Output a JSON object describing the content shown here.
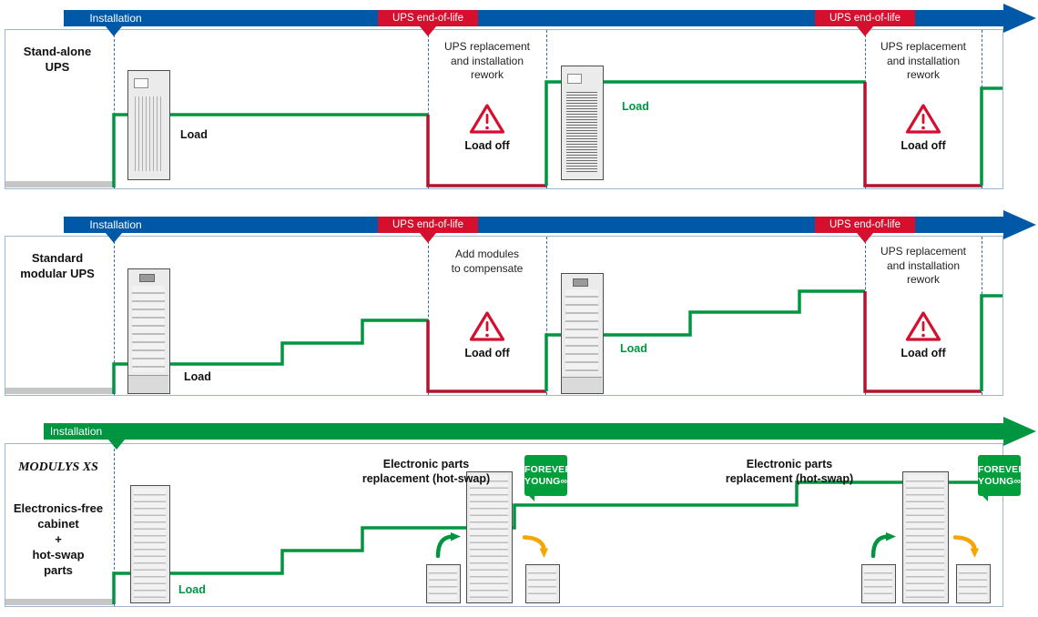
{
  "colors": {
    "timeline_blue": "#0058A7",
    "timeline_green": "#009540",
    "alert_red": "#D50F2E",
    "load_line_green": "#009540",
    "load_off_line_red": "#B0142F",
    "hotswap_yellow": "#F7A600"
  },
  "p1": {
    "title_l1": "Stand-alone",
    "title_l2": "UPS",
    "installation": "Installation",
    "eol1": "UPS end-of-life",
    "eol2": "UPS end-of-life",
    "zone1_heading": "UPS replacement and installation rework",
    "zone1_load_off": "Load off",
    "zone2_heading": "UPS replacement and installation rework",
    "zone2_load_off": "Load off",
    "load1": "Load",
    "load2": "Load"
  },
  "p2": {
    "title_l1": "Standard",
    "title_l2": "modular UPS",
    "installation": "Installation",
    "eol1": "UPS end-of-life",
    "eol2": "UPS end-of-life",
    "zone1_heading": "Add modules to compensate",
    "zone1_load_off": "Load off",
    "zone2_heading": "UPS replacement and installation rework",
    "zone2_load_off": "Load off",
    "load1": "Load",
    "load2": "Load"
  },
  "p3": {
    "brand": "MODULYS XS",
    "desc_l1": "Electronics-free",
    "desc_l2": "cabinet",
    "desc_l3": "+",
    "desc_l4": "hot-swap",
    "desc_l5": "parts",
    "installation": "Installation",
    "replacement1": "Electronic parts replacement (hot-swap)",
    "replacement2": "Electronic parts replacement (hot-swap)",
    "badge1_l1": "FOREVER",
    "badge1_l2": "YOUNG∞",
    "badge2_l1": "FOREVER",
    "badge2_l2": "YOUNG∞",
    "load": "Load"
  }
}
